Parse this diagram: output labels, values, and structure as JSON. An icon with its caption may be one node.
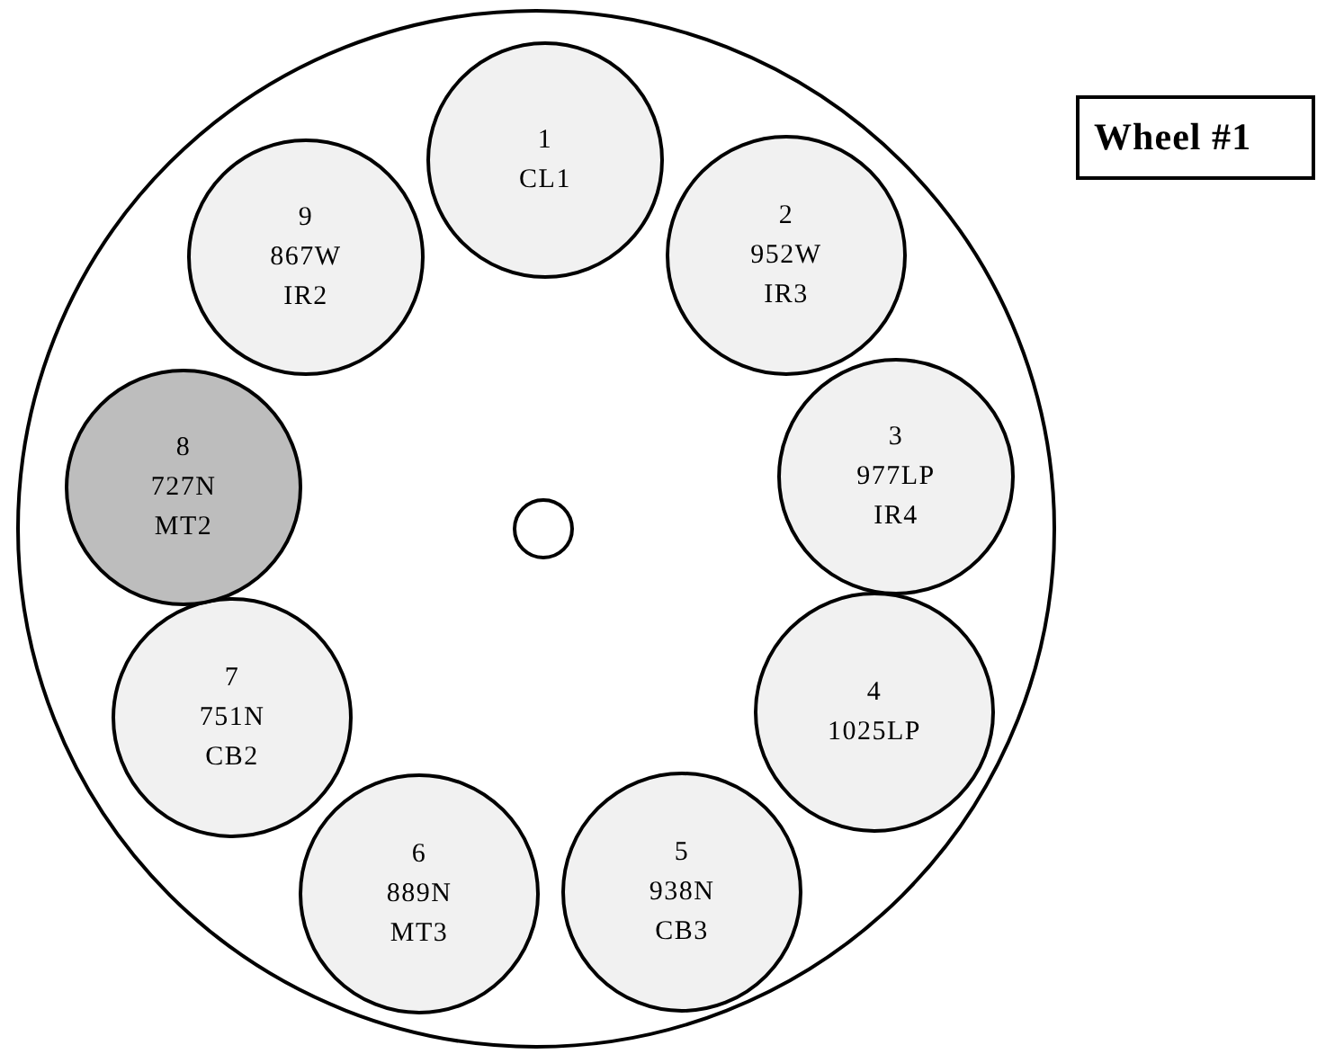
{
  "diagram": {
    "nodes": [
      {
        "text": [],
        "shape": "circle"
      },
      {
        "text": [
          "1",
          "CL1"
        ],
        "in": 0
      },
      {
        "text": [
          "2",
          "952W",
          "IR3"
        ],
        "in": 0
      },
      {
        "text": [
          "3",
          "977LP",
          "IR4"
        ],
        "in": 0
      },
      {
        "text": [
          "4",
          "1025LP"
        ],
        "in": 0
      },
      {
        "text": [
          "5",
          "938N",
          "CB3"
        ],
        "in": 0
      },
      {
        "text": [
          "6",
          "889N",
          "MT3"
        ],
        "in": 0
      },
      {
        "text": [
          "7",
          "751N",
          "CB2"
        ],
        "in": 0
      },
      {
        "text": [
          "8",
          "727N",
          "MT2"
        ],
        "in": 0
      },
      {
        "text": [
          "9",
          "867W",
          "IR2"
        ],
        "in": 0
      },
      {
        "text": [],
        "shape": "circle",
        "in": 0
      },
      {
        "text": [
          "Wheel #1"
        ]
      }
    ],
    "edges": []
  }
}
